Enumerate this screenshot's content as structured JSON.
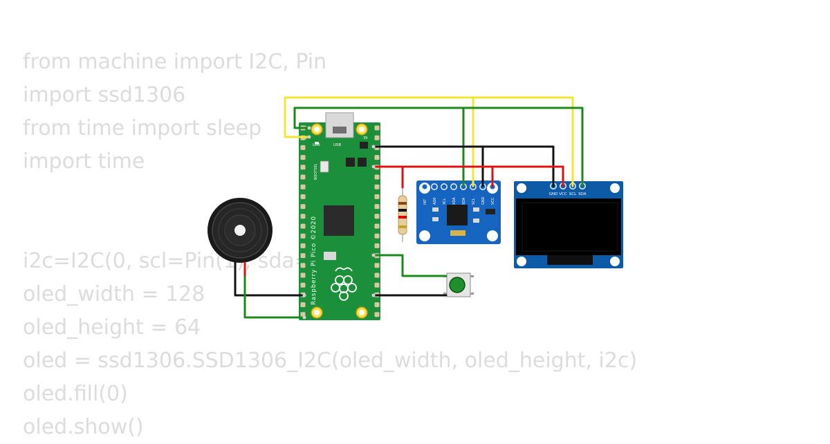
{
  "code_lines": [
    "from machine import I2C, Pin",
    "import ssd1306",
    "from time import sleep",
    "import time",
    "",
    "",
    "i2c=I2C(0, scl=Pin(1), sda=Pin(0))",
    "oled_width = 128",
    "oled_height = 64",
    "oled = ssd1306.SSD1306_I2C(oled_width, oled_height, i2c)",
    "oled.fill(0)",
    "oled.show()"
  ],
  "pico": {
    "vertical_label": "Raspberry Pi Pico ©2020",
    "led_label": "LED",
    "usb_label": "USB",
    "bootsel_label": "BOOTSEL",
    "pin_left_top_1": "1",
    "pin_left_top_2": "2",
    "pin_right_top": "39"
  },
  "imu_pins": [
    "INT",
    "AD0",
    "XCL",
    "XDA",
    "SDA",
    "SCL",
    "GND",
    "VCC"
  ],
  "oled_pins": [
    "GND",
    "VCC",
    "SCL",
    "SDA"
  ],
  "colors": {
    "pcb_green": "#1c8f3a",
    "imu_blue": "#1565c0",
    "oled_blue": "#0d5aa7",
    "wire_yellow": "#f2e630",
    "wire_green": "#1a8a1a",
    "wire_black": "#111111",
    "wire_red": "#e01010",
    "code_gray": "#dcdcdc"
  }
}
